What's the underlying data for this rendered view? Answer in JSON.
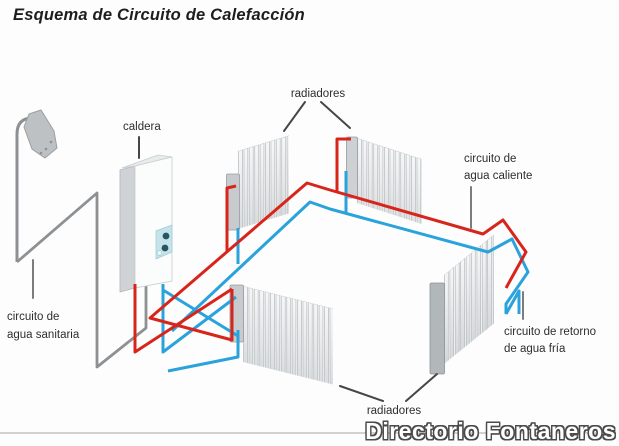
{
  "title": "Esquema de Circuito de Calefacción",
  "watermark": "Directorio Fontaneros",
  "labels": {
    "boiler": "caldera",
    "radiators_top": "radiadores",
    "radiators_bottom": "radiadores",
    "hot_circuit": {
      "line1": "circuito de",
      "line2": "agua caliente"
    },
    "sanitary_circuit": {
      "line1": "circuito de",
      "line2": "agua sanitaria"
    },
    "cold_return_circuit": {
      "line1": "circuito de retorno",
      "line2": "de agua fría"
    }
  },
  "colors": {
    "hot_pipe": "#d8251c",
    "cold_pipe": "#2aa3dc",
    "sanitary_pipe": "#8d9193",
    "leader_dark": "#464646",
    "leader_gray": "#7c7c7c",
    "baseline": "#c4c4c4",
    "boiler_panel": "#c5e3ea",
    "boiler_knob": "#275560",
    "radiator_edge": "#a9aeb1",
    "watermark_fill": "#ffffff",
    "watermark_outline": "#4a4a4a"
  }
}
